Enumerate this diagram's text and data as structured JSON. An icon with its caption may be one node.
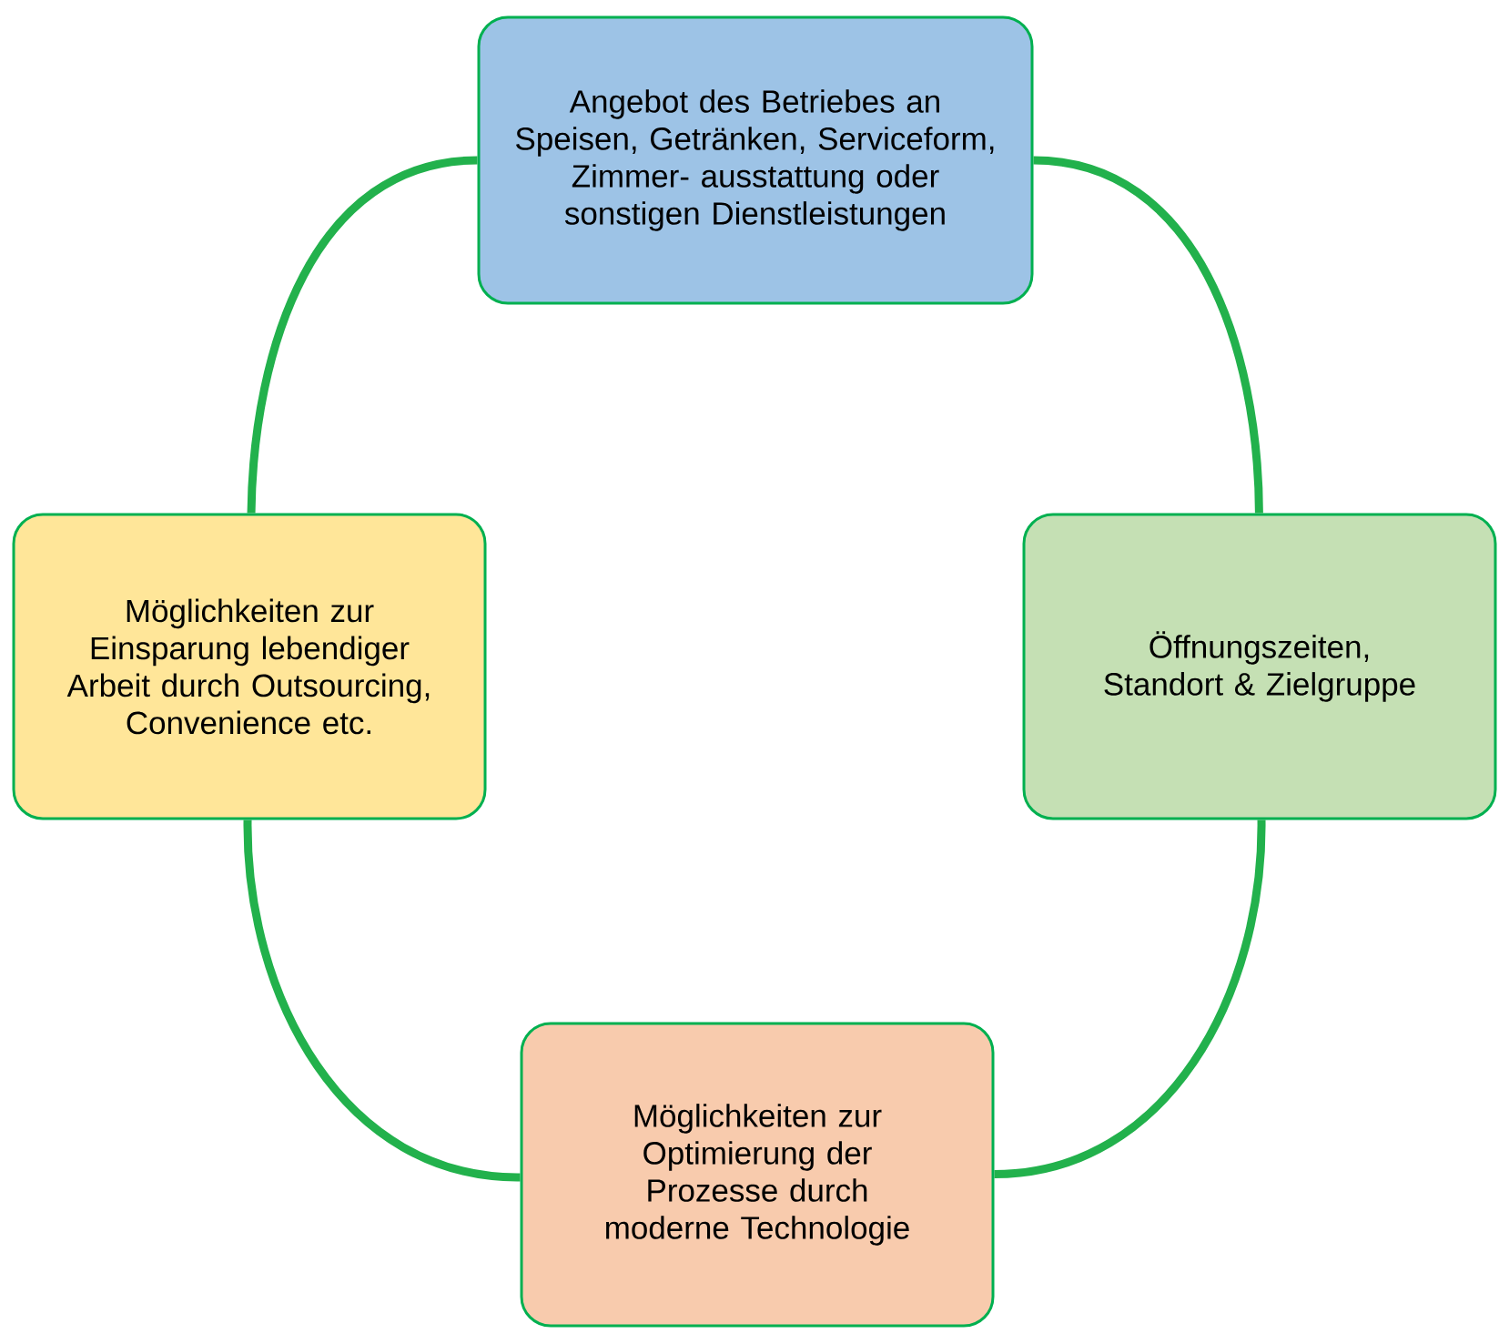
{
  "diagram": {
    "nodes": [
      {
        "text": [
          "Angebot des Betriebes an Speisen, Getränken, Serviceform, Zimmer- ausstattung oder sonstigen Dienstleistungen"
        ]
      },
      {
        "text": [
          "Möglichkeiten zur Einsparung lebendiger Arbeit durch Outsourcing, Convenience etc."
        ]
      },
      {
        "text": [
          "Öffnungszeiten, Standort & Zielgruppe"
        ]
      },
      {
        "text": [
          "Möglichkeiten zur Optimierung der Prozesse durch moderne Technologie"
        ]
      }
    ],
    "edges": [
      {
        "from": 0,
        "to": 2,
        "arrow": "none"
      },
      {
        "from": 2,
        "to": 3,
        "arrow": "none"
      },
      {
        "from": 3,
        "to": 1,
        "arrow": "none"
      },
      {
        "from": 1,
        "to": 0,
        "arrow": "none"
      }
    ]
  }
}
